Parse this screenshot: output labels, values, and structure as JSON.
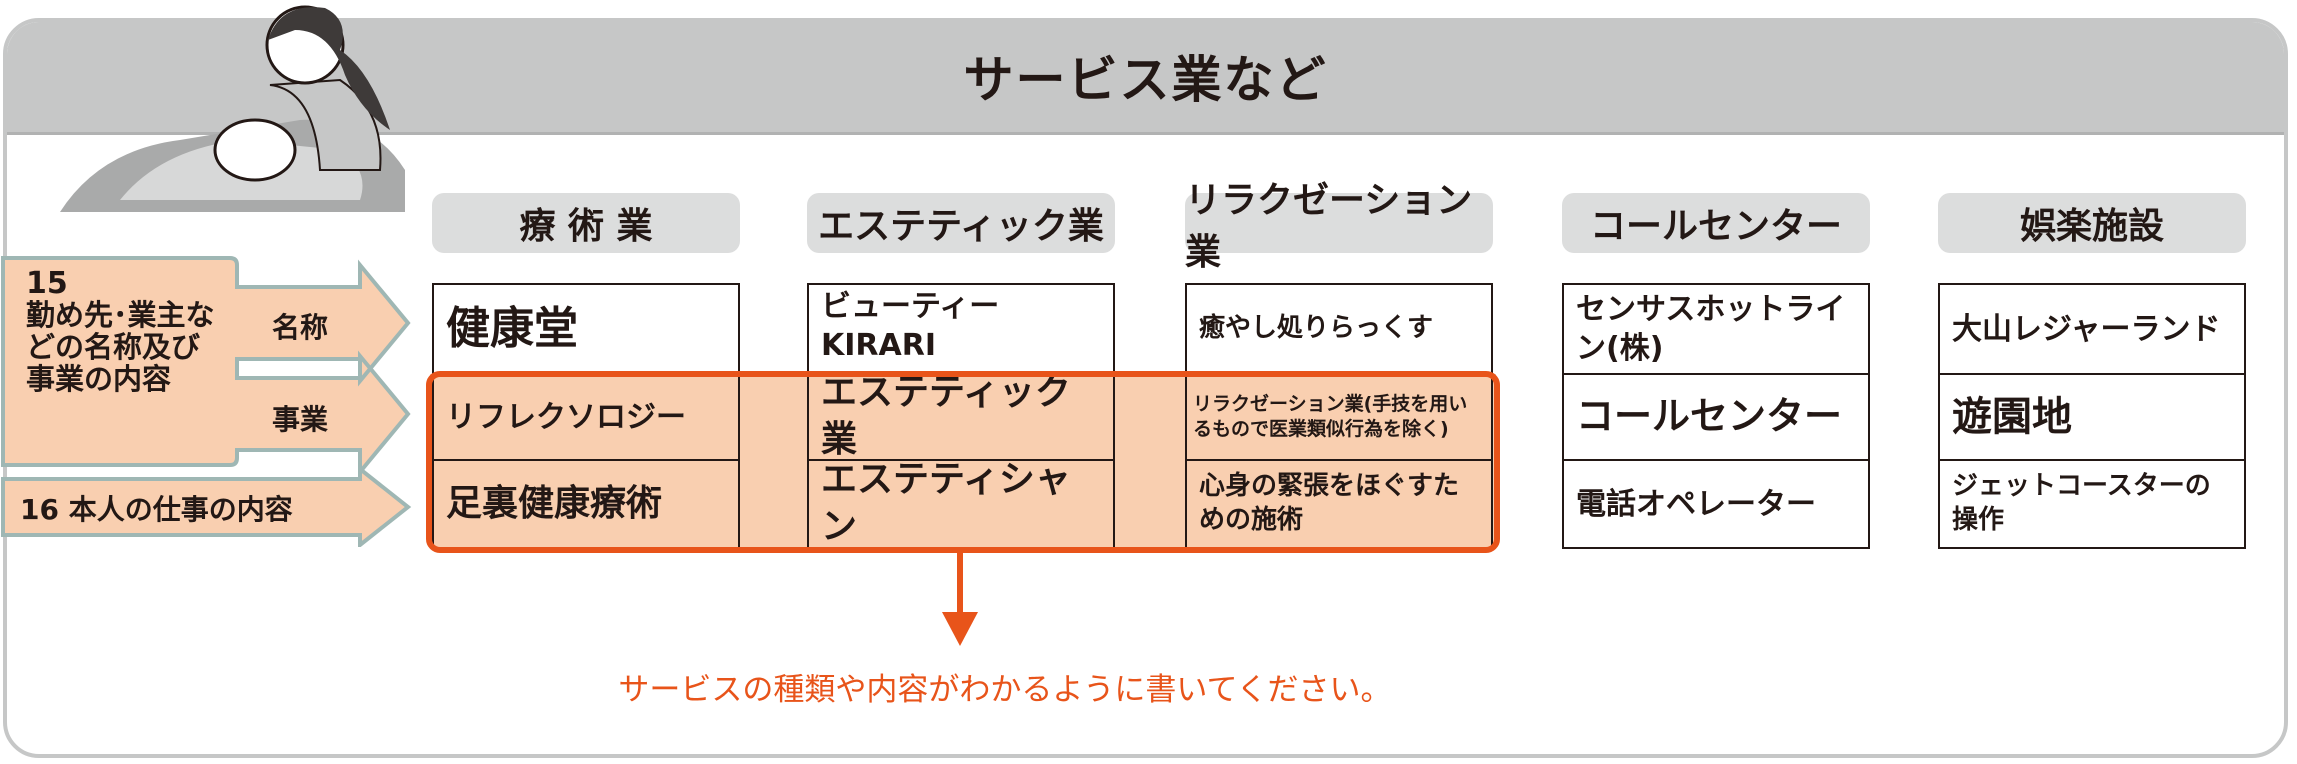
{
  "title": "サービス業など",
  "left_labels": {
    "item15_number": "15",
    "item15_text": "勤め先･業主などの名称及び事業の内容",
    "name_label": "名称",
    "business_label": "事業",
    "item16": "16  本人の仕事の内容"
  },
  "categories": [
    {
      "header": "療 術 業",
      "name": "健康堂",
      "business": "リフレクソロジー",
      "job": "足裏健康療術"
    },
    {
      "header": "エステティック業",
      "name": "ビューティー KIRARI",
      "business": "エステティック業",
      "job": "エステティシャン"
    },
    {
      "header": "リラクゼーション業",
      "name": "癒やし処りらっくす",
      "business": "リラクゼーション業(手技を用いるもので医業類似行為を除く)",
      "job": "心身の緊張をほぐすための施術"
    },
    {
      "header": "コールセンター",
      "name": "センサスホットライン(株)",
      "business": "コールセンター",
      "job": "電話オペレーター"
    },
    {
      "header": "娯楽施設",
      "name": "大山レジャーランド",
      "business": "遊園地",
      "job": "ジェットコースターの操作"
    }
  ],
  "note": "サービスの種類や内容がわかるように書いてください。",
  "colors": {
    "accent": "#e8541a",
    "highlight": "#f9cfb0",
    "header_band": "#c6c7c7"
  }
}
